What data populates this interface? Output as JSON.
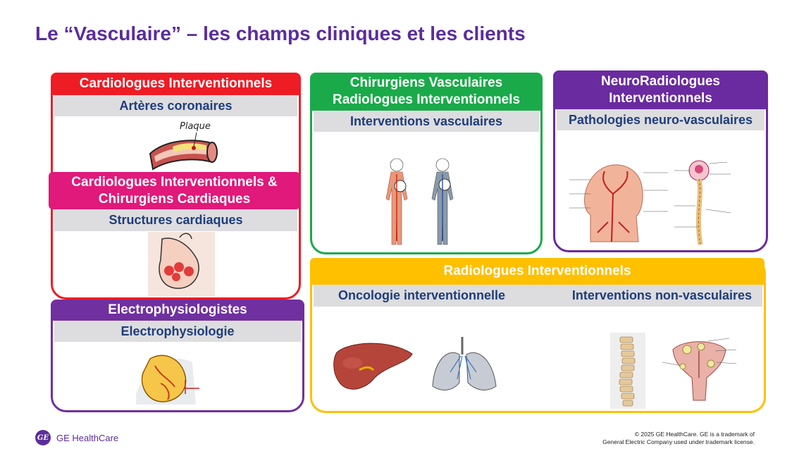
{
  "slide": {
    "title": "Le “Vasculaire” – les champs cliniques et les clients"
  },
  "cards": {
    "cardio": {
      "header": "Cardiologues Interventionnels",
      "sub": "Artères coronaires",
      "plaque_label": "Plaque",
      "color": "#ee1c25"
    },
    "cardio_struct": {
      "header_line1": "Cardiologues Interventionnels &",
      "header_line2": "Chirurgiens Cardiaques",
      "sub": "Structures cardiaques",
      "color": "#e0197a"
    },
    "electro": {
      "header": "Electrophysiologistes",
      "sub": "Electrophysiologie",
      "color": "#7030a0"
    },
    "vasc": {
      "header_line1": "Chirurgiens Vasculaires",
      "header_line2": "Radiologues Interventionnels",
      "sub": "Interventions vasculaires",
      "color": "#1aaa4a"
    },
    "neuro": {
      "header_line1": "NeuroRadiologues",
      "header_line2": "Interventionnels",
      "sub": "Pathologies neuro-vasculaires",
      "color": "#6a2aa0"
    },
    "radio": {
      "header": "Radiologues Interventionnels",
      "sub_left": "Oncologie interventionnelle",
      "sub_right": "Interventions non-vasculaires",
      "color": "#ffc000"
    }
  },
  "footer": {
    "brand": "GE HealthCare",
    "logo_glyph": "GE",
    "copyright_line1": "© 2025 GE HealthCare. GE is a trademark of",
    "copyright_line2": "General Electric Company used under trademark license."
  }
}
